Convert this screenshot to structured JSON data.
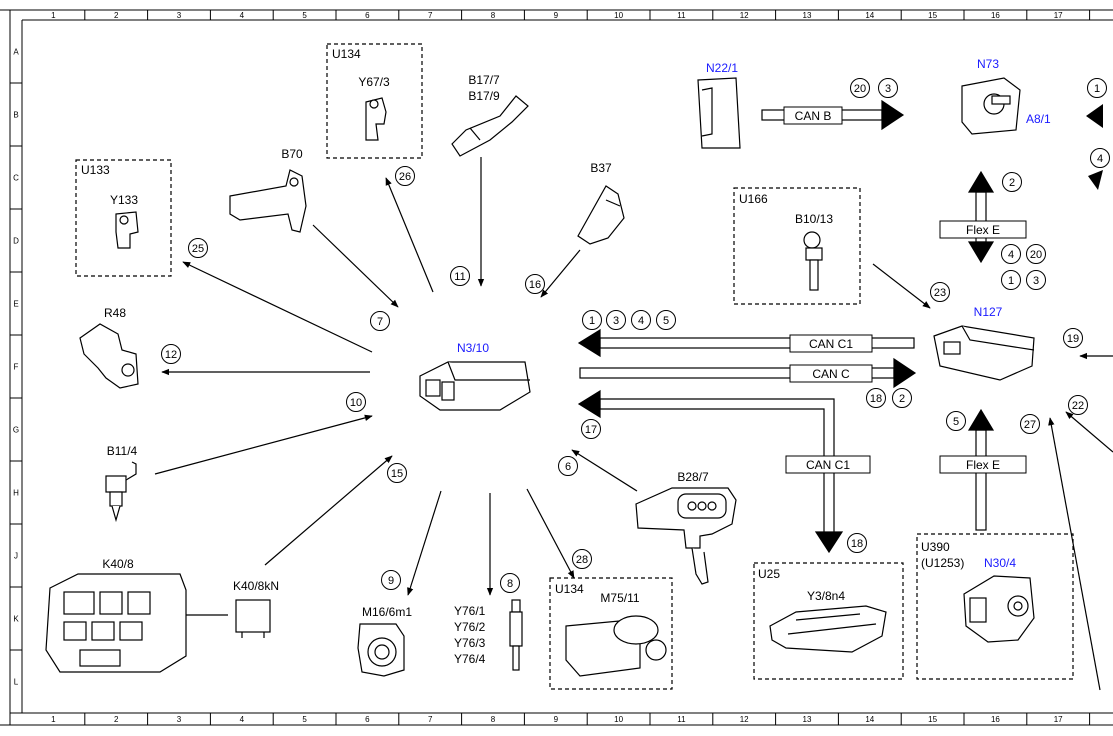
{
  "colors": {
    "blue_label": "#1a1aff",
    "line": "#000000",
    "background": "#ffffff"
  },
  "ruler": {
    "columns": [
      "1",
      "2",
      "3",
      "4",
      "5",
      "6",
      "7",
      "8",
      "9",
      "10",
      "11",
      "12",
      "13",
      "14",
      "15",
      "16",
      "17"
    ],
    "rows": [
      "A",
      "B",
      "C",
      "D",
      "E",
      "F",
      "G",
      "H",
      "J",
      "K",
      "L"
    ]
  },
  "center": {
    "label": "N3/10"
  },
  "components": {
    "u134_top": "U134",
    "y67_3": "Y67/3",
    "b17_7": "B17/7",
    "b17_9": "B17/9",
    "n22_1": "N22/1",
    "n73": "N73",
    "a8_1": "A8/1",
    "u133": "U133",
    "y133": "Y133",
    "b70": "B70",
    "b37": "B37",
    "u166": "U166",
    "b10_13": "B10/13",
    "r48": "R48",
    "n127": "N127",
    "b11_4": "B11/4",
    "b28_7": "B28/7",
    "k40_8": "K40/8",
    "k40_8kn": "K40/8kN",
    "m16_6m1": "M16/6m1",
    "y76_1": "Y76/1",
    "y76_2": "Y76/2",
    "y76_3": "Y76/3",
    "y76_4": "Y76/4",
    "u134_bottom": "U134",
    "m75_11": "M75/11",
    "u25": "U25",
    "y3_8n4": "Y3/8n4",
    "u390": "U390",
    "u1253": "(U1253)",
    "n30_4": "N30/4"
  },
  "buses": {
    "can_b": "CAN B",
    "can_c1_top": "CAN C1",
    "can_c": "CAN C",
    "can_c1_bottom": "CAN C1",
    "flex_e_top": "Flex E",
    "flex_e_bottom": "Flex E"
  },
  "circles": {
    "c1": "1",
    "c2": "2",
    "c3": "3",
    "c4": "4",
    "c5": "5",
    "c6": "6",
    "c7": "7",
    "c8": "8",
    "c9": "9",
    "c10": "10",
    "c11": "11",
    "c12": "12",
    "c15": "15",
    "c16": "16",
    "c17": "17",
    "c18": "18",
    "c19": "19",
    "c20": "20",
    "c22": "22",
    "c23": "23",
    "c25": "25",
    "c26": "26",
    "c27": "27",
    "c28": "28"
  }
}
